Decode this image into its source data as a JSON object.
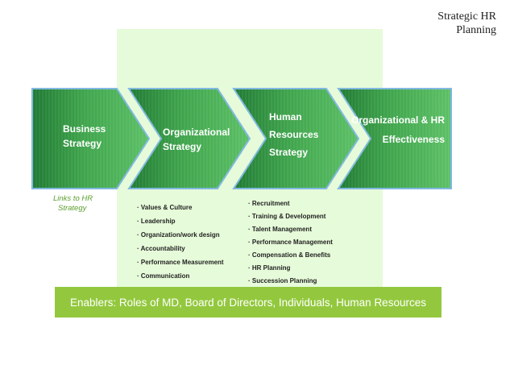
{
  "title": [
    "Strategic HR",
    "Planning"
  ],
  "colors": {
    "chevron_dark": "#2f8a3e",
    "chevron_light": "#4fb45a",
    "chevron_outline": "#7fb8e0",
    "panel": "#e6fbd9",
    "enablers_bar": "#93c83e",
    "links_text": "#5a9e2c"
  },
  "chevrons": [
    {
      "lines": [
        "Business",
        "Strategy"
      ]
    },
    {
      "lines": [
        "Organizational",
        "Strategy"
      ]
    },
    {
      "lines": [
        "Human",
        "Resources",
        "Strategy"
      ]
    },
    {
      "lines": [
        "Organizational & HR",
        "Effectiveness"
      ]
    }
  ],
  "links_label": [
    "Links to HR",
    "Strategy"
  ],
  "org_items": [
    "Values & Culture",
    "Leadership",
    "Organization/work design",
    "Accountability",
    "Performance Measurement",
    "Communication"
  ],
  "hr_items": [
    "Recruitment",
    "Training & Development",
    "Talent Management",
    "Performance Management",
    "Compensation & Benefits",
    "HR Planning",
    "Succession Planning"
  ],
  "enablers": "Enablers: Roles of MD, Board of Directors, Individuals, Human Resources"
}
